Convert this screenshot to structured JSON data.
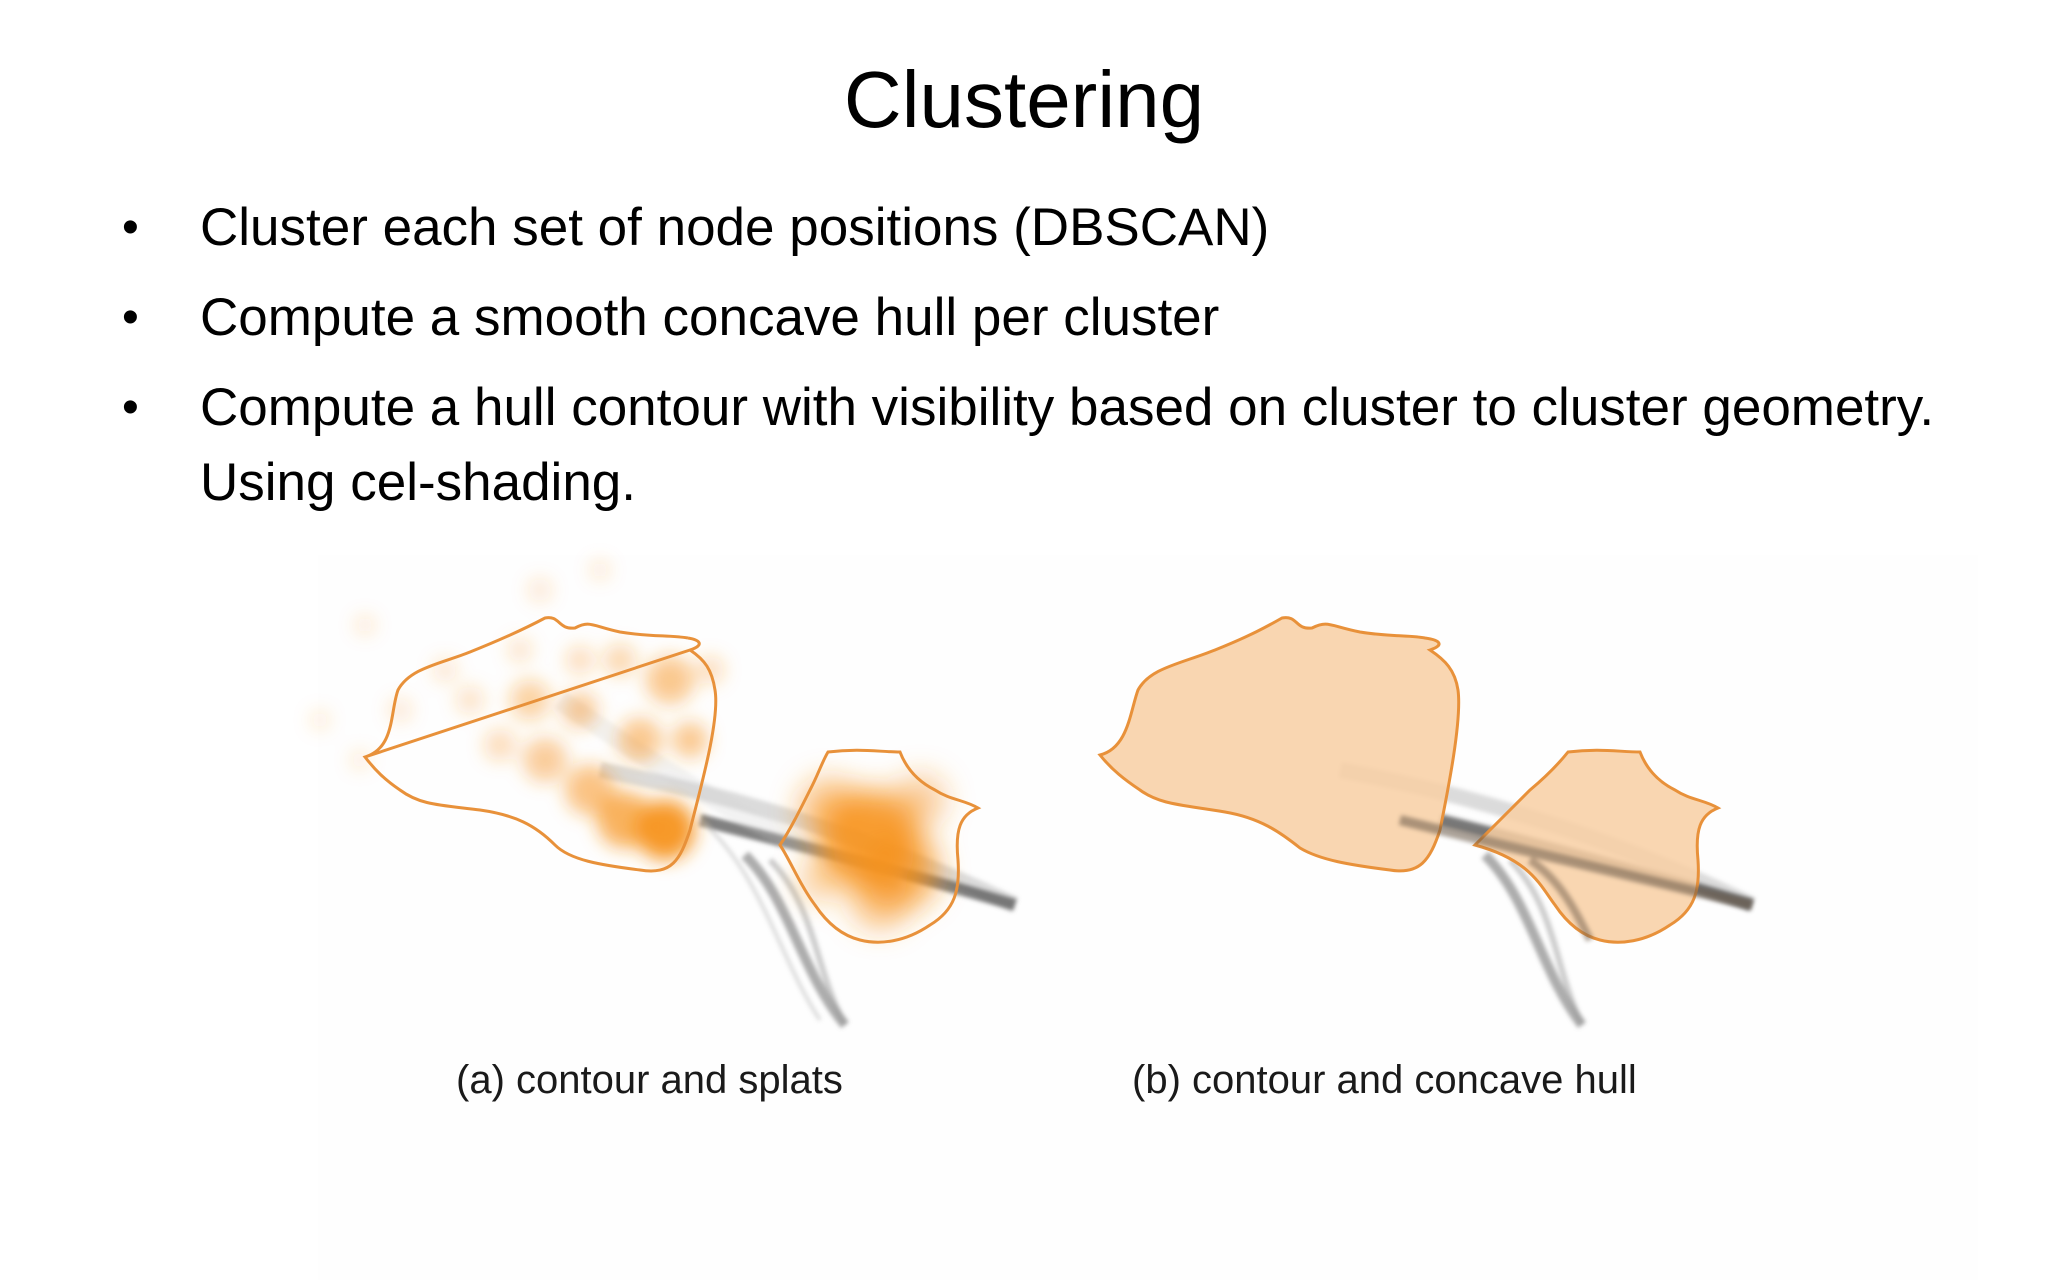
{
  "slide": {
    "title": "Clustering",
    "bullets": [
      "Cluster each set of node positions (DBSCAN)",
      "Compute a smooth concave hull per cluster",
      "Compute a hull contour with visibility based on cluster to cluster geometry. Using cel-shading."
    ],
    "bullet_glyph": "•"
  },
  "figure": {
    "panels": [
      {
        "caption": "(a) contour and splats"
      },
      {
        "caption": "(b) contour and concave hull"
      }
    ],
    "colors": {
      "contour": "#e8913a",
      "splat": "#f7931e",
      "hull_fill": "#f8cfa3",
      "edges": "#4a4a4a"
    }
  }
}
